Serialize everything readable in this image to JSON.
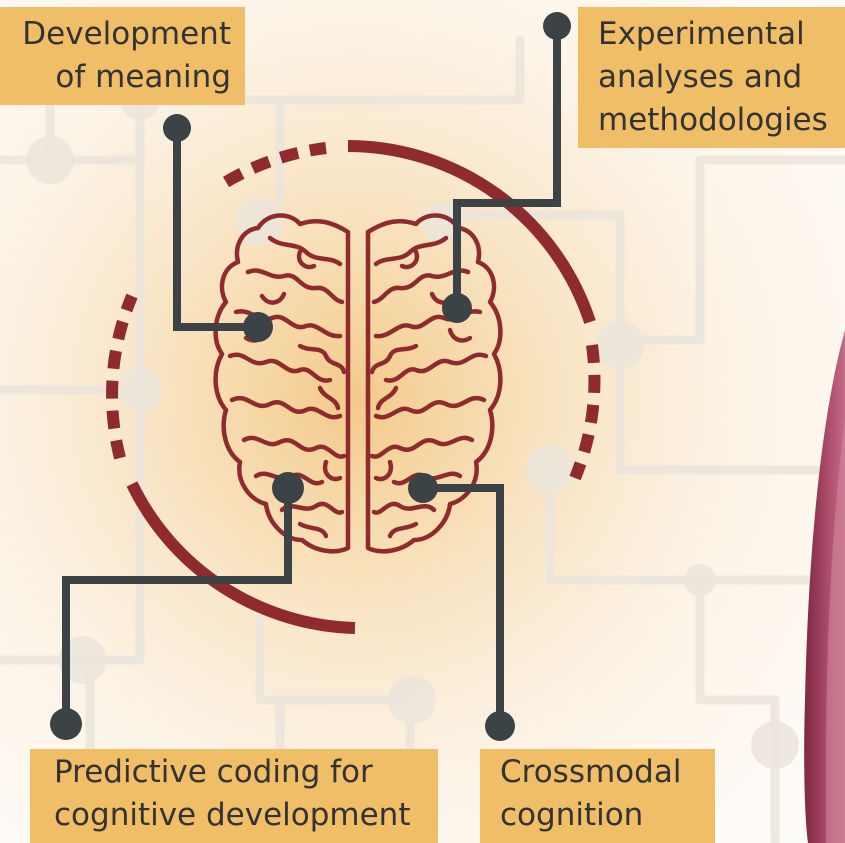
{
  "labels": {
    "development_of_meaning": [
      "Development",
      "of meaning"
    ],
    "experimental_analyses": [
      "Experimental",
      "analyses and",
      "methodologies"
    ],
    "predictive_coding": [
      "Predictive coding for",
      "cognitive development"
    ],
    "crossmodal_cognition": [
      "Crossmodal",
      "cognition"
    ]
  },
  "colors": {
    "label_background": "#f1be68",
    "label_text": "#333333",
    "connector": "#3c4346",
    "arc_and_brain": "#8f2b2f",
    "background_glow": "#f3c98a",
    "circuit_lines": "#ebe5dc",
    "side_shape": "#a23e5e"
  },
  "icons": {
    "central": "brain-icon",
    "connector_end": "node-dot-icon"
  }
}
